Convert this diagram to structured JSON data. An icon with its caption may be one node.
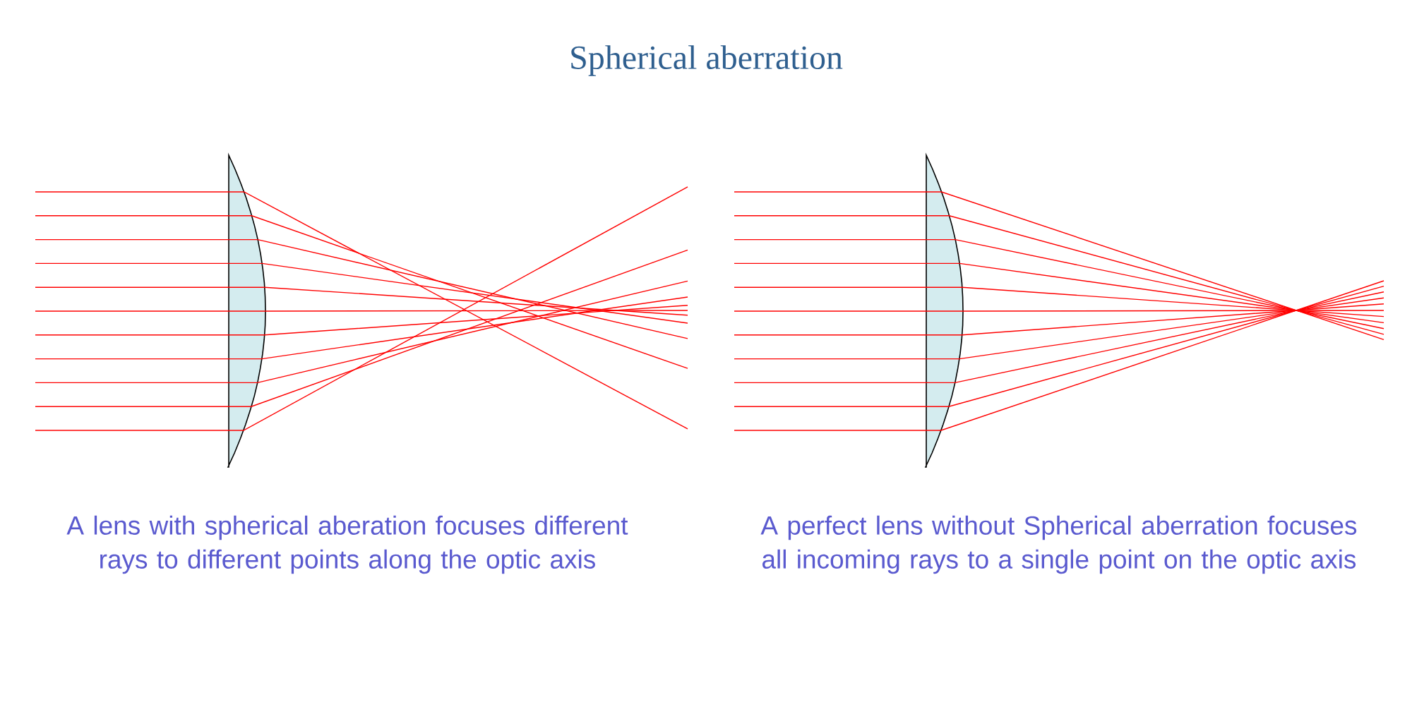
{
  "diagram": {
    "title": "Spherical aberration",
    "labels": [
      "A lens with spherical aberation focuses different rays to different points along the optic axis",
      "A perfect lens without Spherical aberration focuses all incoming rays to a single point on the optic axis"
    ]
  }
}
